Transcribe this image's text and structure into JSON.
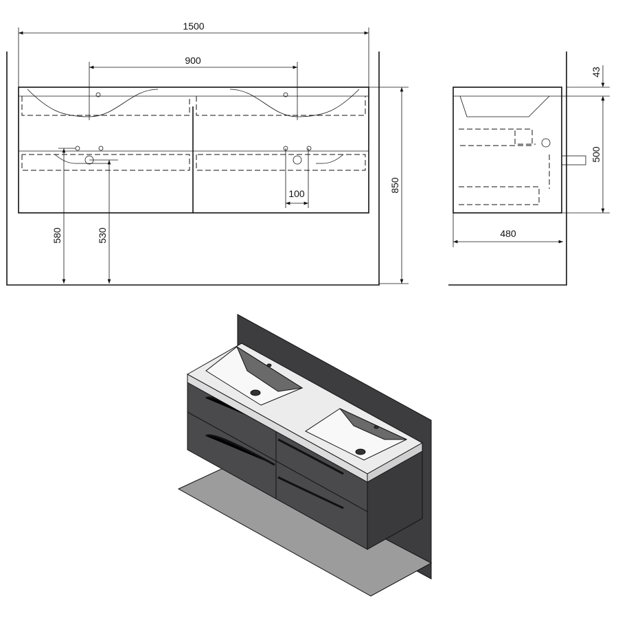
{
  "dimensions": {
    "total_width": "1500",
    "tap_spacing": "900",
    "total_height": "850",
    "waste_height_1": "580",
    "waste_height_2": "530",
    "waste_offset": "100",
    "basin_thickness": "43",
    "cabinet_height": "500",
    "depth": "480"
  },
  "colors": {
    "cabinet": "#4a4a4d",
    "wall": "#3a3a3a",
    "floor": "#9a9a9a",
    "basin": "#f2f2f2"
  }
}
